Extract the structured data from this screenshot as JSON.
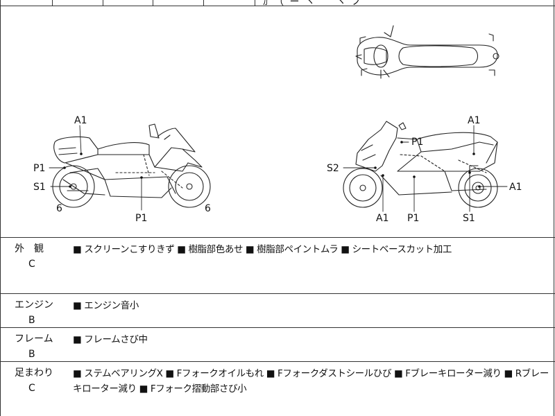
{
  "top_strip": {
    "fragment": "ｶﾞ（ ー ヽ ＾ ヽ ノ"
  },
  "diagram": {
    "left_view": {
      "labels": [
        "A1",
        "P1",
        "S1",
        "6",
        "P1",
        "6"
      ]
    },
    "right_view": {
      "labels": [
        "A1",
        "P1",
        "S2",
        "A1",
        "A1",
        "P1",
        "S1"
      ]
    }
  },
  "sections": [
    {
      "category": "外　観",
      "grade": "C",
      "items": "■ スクリーンこすりきず ■ 樹脂部色あせ ■ 樹脂部ペイントムラ ■ シートベースカット加工"
    },
    {
      "category": "エンジン",
      "grade": "B",
      "items": "■ エンジン音小"
    },
    {
      "category": "フレーム",
      "grade": "B",
      "items": "■ フレームさび中"
    },
    {
      "category": "足まわり",
      "grade": "C",
      "items": "■ ステムベアリングX ■ Fフォークオイルもれ ■ Fフォークダストシールひび ■ Fブレーキローター減り ■ Rブレーキローター減り ■ Fフォーク摺動部さび小"
    }
  ]
}
